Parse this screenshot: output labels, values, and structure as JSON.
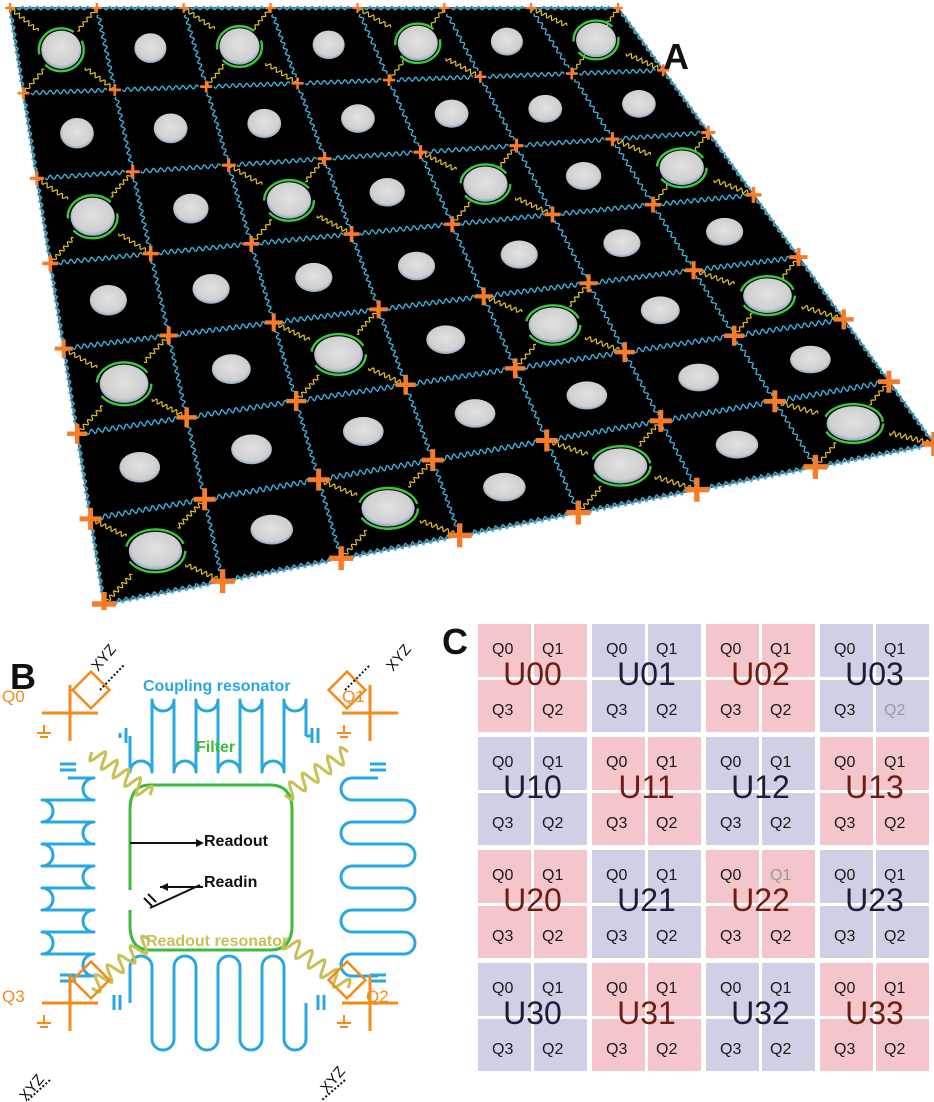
{
  "panels": {
    "a": {
      "letter": "A"
    },
    "b": {
      "letter": "B"
    },
    "c": {
      "letter": "C"
    }
  },
  "panel_a": {
    "grid_rows": 7,
    "grid_cols": 7,
    "colors": {
      "background": "#000000",
      "tile_bg": "#0a0a0a",
      "coupling_wiggle": "#3fb6e3",
      "readout_wiggle": "#e6c32a",
      "filter_arc": "#3ec63e",
      "qubit_cross": "#f57c2a",
      "disk_fill": "#d9d9d9"
    }
  },
  "panel_b": {
    "labels": {
      "coupling": "Coupling resonator",
      "filter": "Filter",
      "readout": "Readout",
      "readin": "Readin",
      "readout_res": "Readout resonator",
      "q0": "Q0",
      "q1": "Q1",
      "q2": "Q2",
      "q3": "Q3",
      "xyz": "XYZ"
    },
    "colors": {
      "coupling": "#29a8e0",
      "filter": "#3dbb3d",
      "readout_res": "#c8c057",
      "qubit": "#f38a1b",
      "text": "#111111"
    }
  },
  "panel_c": {
    "colors": {
      "pink": "#f4c6cc",
      "blue": "#cfd0e6",
      "text_pink_unit": "#6b1f14",
      "text_blue_unit": "#1c1c3b",
      "qubit_label": "#1a1a1a",
      "qubit_label_dim": "#9a9a9a"
    },
    "units": [
      {
        "id": "U00",
        "tint": "pink",
        "q": [
          "Q0",
          "Q1",
          "Q2",
          "Q3"
        ],
        "dim": []
      },
      {
        "id": "U01",
        "tint": "blue",
        "q": [
          "Q0",
          "Q1",
          "Q2",
          "Q3"
        ],
        "dim": []
      },
      {
        "id": "U02",
        "tint": "pink",
        "q": [
          "Q0",
          "Q1",
          "Q2",
          "Q3"
        ],
        "dim": []
      },
      {
        "id": "U03",
        "tint": "blue",
        "q": [
          "Q0",
          "Q1",
          "Q2",
          "Q3"
        ],
        "dim": [
          "Q2"
        ]
      },
      {
        "id": "U10",
        "tint": "blue",
        "q": [
          "Q0",
          "Q1",
          "Q2",
          "Q3"
        ],
        "dim": []
      },
      {
        "id": "U11",
        "tint": "pink",
        "q": [
          "Q0",
          "Q1",
          "Q2",
          "Q3"
        ],
        "dim": []
      },
      {
        "id": "U12",
        "tint": "blue",
        "q": [
          "Q0",
          "Q1",
          "Q2",
          "Q3"
        ],
        "dim": []
      },
      {
        "id": "U13",
        "tint": "pink",
        "q": [
          "Q0",
          "Q1",
          "Q2",
          "Q3"
        ],
        "dim": []
      },
      {
        "id": "U20",
        "tint": "pink",
        "q": [
          "Q0",
          "Q1",
          "Q2",
          "Q3"
        ],
        "dim": []
      },
      {
        "id": "U21",
        "tint": "blue",
        "q": [
          "Q0",
          "Q1",
          "Q2",
          "Q3"
        ],
        "dim": []
      },
      {
        "id": "U22",
        "tint": "pink",
        "q": [
          "Q0",
          "Q1",
          "Q2",
          "Q3"
        ],
        "dim": [
          "Q1"
        ]
      },
      {
        "id": "U23",
        "tint": "blue",
        "q": [
          "Q0",
          "Q1",
          "Q2",
          "Q3"
        ],
        "dim": []
      },
      {
        "id": "U30",
        "tint": "blue",
        "q": [
          "Q0",
          "Q1",
          "Q2",
          "Q3"
        ],
        "dim": []
      },
      {
        "id": "U31",
        "tint": "pink",
        "q": [
          "Q0",
          "Q1",
          "Q2",
          "Q3"
        ],
        "dim": []
      },
      {
        "id": "U32",
        "tint": "blue",
        "q": [
          "Q0",
          "Q1",
          "Q2",
          "Q3"
        ],
        "dim": []
      },
      {
        "id": "U33",
        "tint": "pink",
        "q": [
          "Q0",
          "Q1",
          "Q2",
          "Q3"
        ],
        "dim": []
      }
    ]
  }
}
